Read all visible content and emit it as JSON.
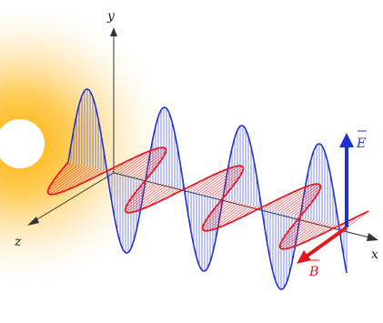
{
  "axes": {
    "x": "x",
    "y": "y",
    "z": "z"
  },
  "vectors": {
    "E": {
      "label": "E",
      "color": "#1f2fd6"
    },
    "B": {
      "label": "B",
      "color": "#e0191f"
    }
  },
  "colors": {
    "e_wave": "#2233cc",
    "b_wave": "#e81c24",
    "sun_core": "#ffffff",
    "glow": "#ffc000"
  }
}
